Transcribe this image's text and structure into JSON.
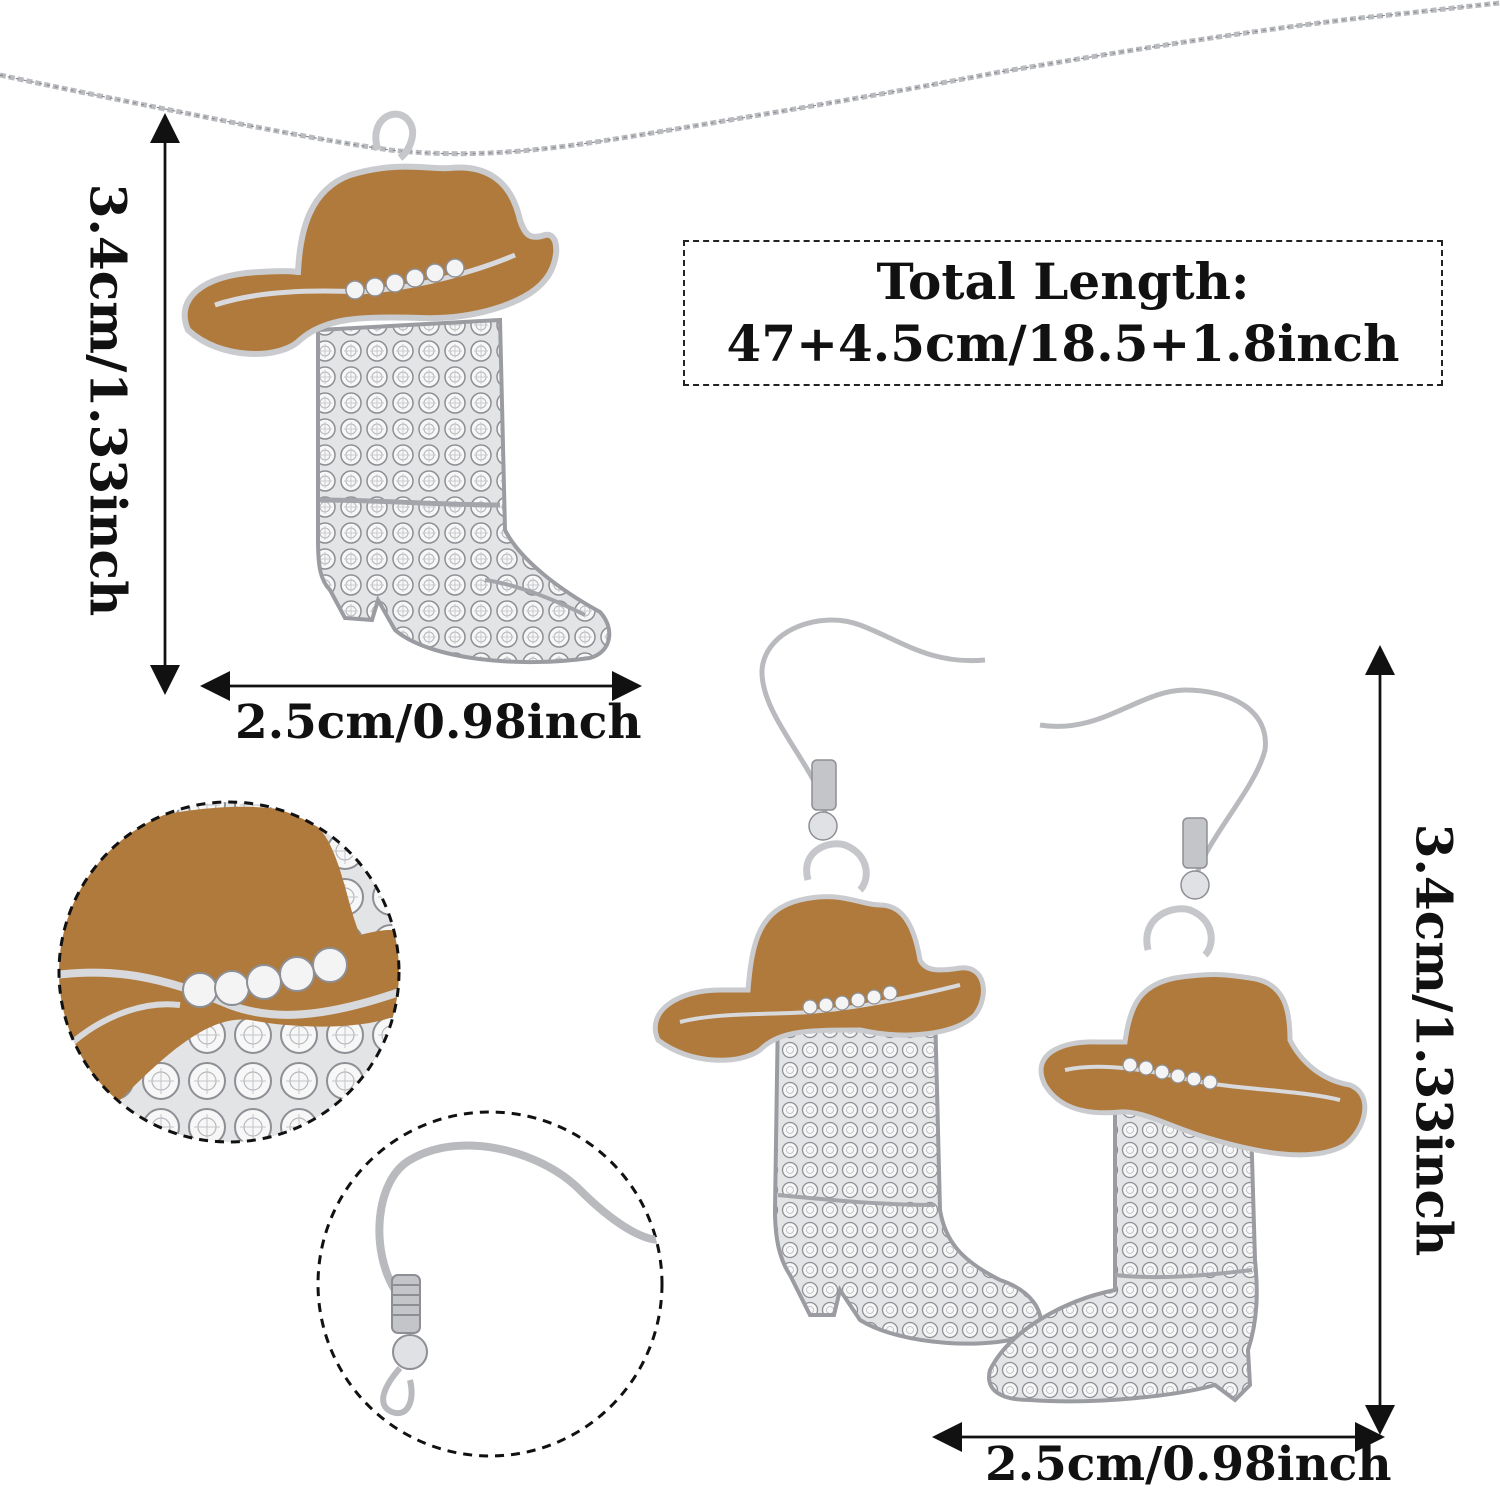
{
  "total_length": {
    "title": "Total Length:",
    "value": "47+4.5cm/18.5+1.8inch"
  },
  "pendant": {
    "height_label": "3.4cm/1.33inch",
    "width_label": "2.5cm/0.98inch"
  },
  "earrings": {
    "height_label": "3.4cm/1.33inch",
    "width_label": "2.5cm/0.98inch"
  },
  "colors": {
    "enamel_brown": "#b07a3c",
    "silver": "#d9dadc",
    "outline": "#8a8c90"
  },
  "icons": [
    "cowboy-boot-pendant",
    "cowboy-hat",
    "ear-hook",
    "chain",
    "dimension-arrow"
  ]
}
